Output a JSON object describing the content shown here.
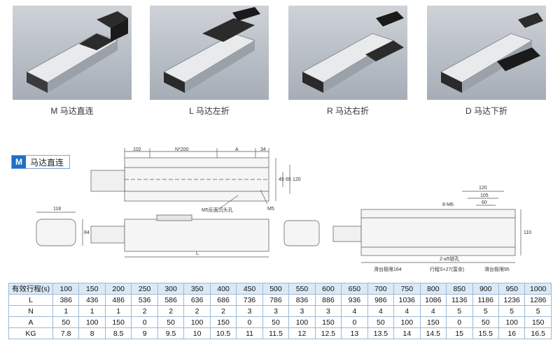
{
  "products": [
    {
      "caption": "M 马达直连"
    },
    {
      "caption": "L 马达左折"
    },
    {
      "caption": "R 马达右折"
    },
    {
      "caption": "D 马达下折"
    }
  ],
  "section": {
    "letter": "M",
    "label": "马达直连"
  },
  "drawing": {
    "top_dims": [
      "102",
      "N*200",
      "A",
      "34"
    ],
    "side_dims": [
      "45",
      "65",
      "120"
    ],
    "annotations": [
      "M5反面沉头孔",
      "M5"
    ],
    "left_view_dims": [
      "118",
      "84"
    ],
    "L_label": "L",
    "right_dims": [
      "120",
      "105",
      "60",
      "8-M6",
      "110",
      "2-⌀5锁孔"
    ],
    "stroke_labels": [
      "滑台极限164",
      "行程S+27(富余)",
      "滑台极限95"
    ]
  },
  "table": {
    "header_label": "有效行程(s)",
    "strokes": [
      "100",
      "150",
      "200",
      "250",
      "300",
      "350",
      "400",
      "450",
      "500",
      "550",
      "600",
      "650",
      "700",
      "750",
      "800",
      "850",
      "900",
      "950",
      "1000"
    ],
    "rows": [
      {
        "label": "L",
        "values": [
          "386",
          "436",
          "486",
          "536",
          "586",
          "636",
          "686",
          "736",
          "786",
          "836",
          "886",
          "936",
          "986",
          "1036",
          "1086",
          "1136",
          "1186",
          "1236",
          "1286"
        ]
      },
      {
        "label": "N",
        "values": [
          "1",
          "1",
          "1",
          "2",
          "2",
          "2",
          "2",
          "3",
          "3",
          "3",
          "3",
          "4",
          "4",
          "4",
          "4",
          "5",
          "5",
          "5",
          "5"
        ]
      },
      {
        "label": "A",
        "values": [
          "50",
          "100",
          "150",
          "0",
          "50",
          "100",
          "150",
          "0",
          "50",
          "100",
          "150",
          "0",
          "50",
          "100",
          "150",
          "0",
          "50",
          "100",
          "150"
        ]
      },
      {
        "label": "KG",
        "values": [
          "7.8",
          "8",
          "8.5",
          "9",
          "9.5",
          "10",
          "10.5",
          "11",
          "11.5",
          "12",
          "12.5",
          "13",
          "13.5",
          "14",
          "14.5",
          "15",
          "15.5",
          "16",
          "16.5"
        ]
      }
    ]
  },
  "colors": {
    "accent": "#1f6fc5",
    "table_head": "#dbe9f6",
    "table_border": "#9bb8d8"
  }
}
